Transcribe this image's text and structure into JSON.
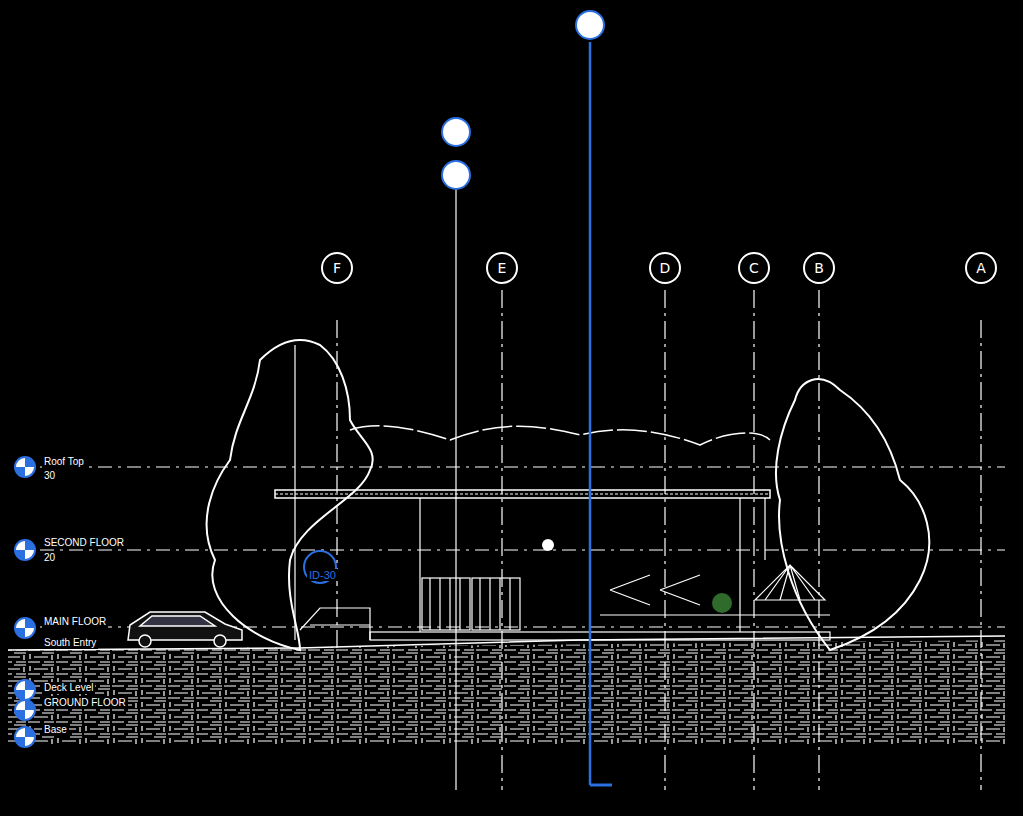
{
  "diagram": {
    "nodes": [
      {
        "text": [
          "F"
        ]
      },
      {
        "text": [
          "E"
        ]
      },
      {
        "text": [
          "D"
        ]
      },
      {
        "text": [
          "C"
        ]
      },
      {
        "text": [
          "B"
        ]
      },
      {
        "text": [
          "A"
        ]
      }
    ],
    "labels": [
      "Roof Top",
      "30",
      "SECOND FLOOR",
      "20",
      "MAIN FLOOR",
      "South Entry",
      "Deck Level",
      "GROUND FLOOR",
      "Base",
      "ID-30"
    ]
  }
}
